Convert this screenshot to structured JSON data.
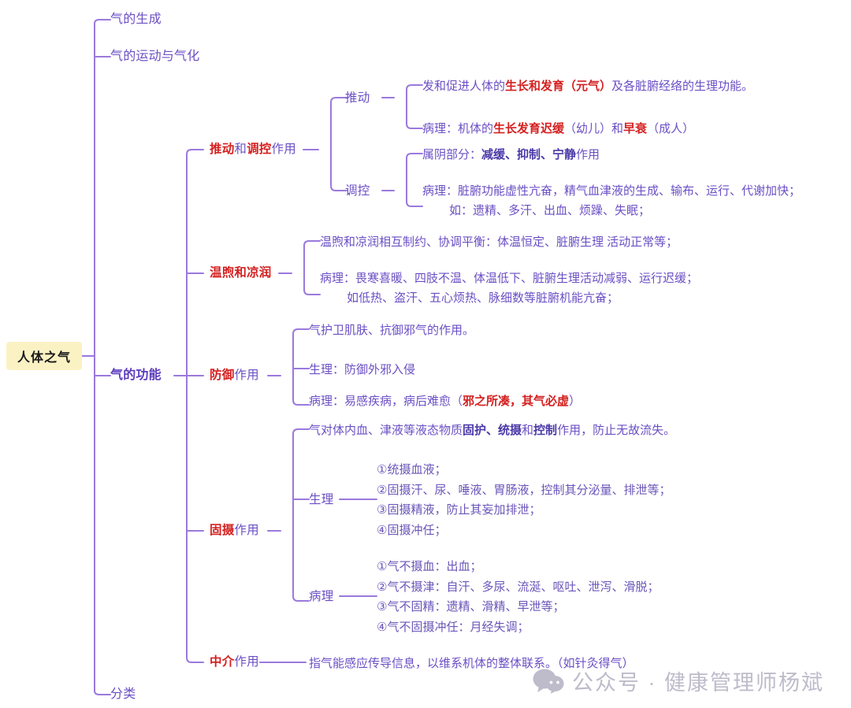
{
  "document": {
    "type": "mindmap",
    "background": "#ffffff",
    "line_color": "#9b79dd",
    "text_color": "#6b4fc4",
    "accent_red": "#d42020",
    "accent_dark_purple": "#4b3aa8",
    "root_fill": "#fbf2c4"
  },
  "root": {
    "label": "人体之气"
  },
  "level1": [
    {
      "label": "气的生成"
    },
    {
      "label": "气的运动与气化"
    },
    {
      "label": "气的功能"
    },
    {
      "label": "分类"
    }
  ],
  "functions": {
    "tuidong_tiaokong": {
      "parts": [
        {
          "text": "推动",
          "style": "red"
        },
        {
          "text": "和",
          "style": "pur"
        },
        {
          "text": "调控",
          "style": "red"
        },
        {
          "text": "作用",
          "style": "pur"
        }
      ],
      "children": [
        {
          "label": "推动",
          "items": [
            {
              "lines": [
                [
                  {
                    "text": "发和促进人体的",
                    "style": "pur"
                  },
                  {
                    "text": "生长和发育（元气）",
                    "style": "red"
                  },
                  {
                    "text": "及各脏腑经络的生理功能。",
                    "style": "pur"
                  }
                ]
              ]
            },
            {
              "lines": [
                [
                  {
                    "text": "病理：机体的",
                    "style": "pur"
                  },
                  {
                    "text": "生长发育迟缓",
                    "style": "red"
                  },
                  {
                    "text": "（幼儿）和",
                    "style": "pur"
                  },
                  {
                    "text": "早衰",
                    "style": "red"
                  },
                  {
                    "text": "（成人）",
                    "style": "pur"
                  }
                ]
              ]
            }
          ]
        },
        {
          "label": "调控",
          "items": [
            {
              "lines": [
                [
                  {
                    "text": "属阴部分：",
                    "style": "pur"
                  },
                  {
                    "text": "减缓、抑制、宁静",
                    "style": "dkb"
                  },
                  {
                    "text": "作用",
                    "style": "pur"
                  }
                ]
              ]
            },
            {
              "lines": [
                [
                  {
                    "text": "病理：脏腑功能虚性亢奋，精气血津液的生成、输布、运行、代谢加快；",
                    "style": "pur"
                  }
                ],
                [
                  {
                    "text": "如：遗精、多汗、出血、烦躁、失眠；",
                    "style": "pur"
                  }
                ]
              ]
            }
          ]
        }
      ]
    },
    "wenxu_liangrun": {
      "parts": [
        {
          "text": "温煦和凉润",
          "style": "red"
        }
      ],
      "items": [
        {
          "lines": [
            [
              {
                "text": "温煦和凉润相互制约、协调平衡：体温恒定、脏腑生理 活动正常等；",
                "style": "pur"
              }
            ]
          ]
        },
        {
          "lines": [
            [
              {
                "text": "病理：畏寒喜暖、四肢不温、体温低下、脏腑生理活动减弱、运行迟缓；",
                "style": "pur"
              }
            ],
            [
              {
                "text": "如低热、盗汗、五心烦热、脉细数等脏腑机能亢奋；",
                "style": "pur"
              }
            ]
          ]
        }
      ]
    },
    "fangyu": {
      "parts": [
        {
          "text": "防御",
          "style": "red"
        },
        {
          "text": "作用",
          "style": "pur"
        }
      ],
      "items": [
        {
          "lines": [
            [
              {
                "text": "气护卫肌肤、抗御邪气的作用。",
                "style": "pur"
              }
            ]
          ]
        },
        {
          "lines": [
            [
              {
                "text": "生理：防御外邪入侵",
                "style": "pur"
              }
            ]
          ]
        },
        {
          "lines": [
            [
              {
                "text": "病理：易感疾病，病后难愈（",
                "style": "pur"
              },
              {
                "text": "邪之所凑，其气必虚",
                "style": "red"
              },
              {
                "text": "）",
                "style": "pur"
              }
            ]
          ]
        }
      ]
    },
    "gushe": {
      "parts": [
        {
          "text": "固摄",
          "style": "red"
        },
        {
          "text": "作用",
          "style": "pur"
        }
      ],
      "intro": {
        "lines": [
          [
            {
              "text": "气对体内血、津液等液态物质",
              "style": "pur"
            },
            {
              "text": "固护、统摄",
              "style": "dkb"
            },
            {
              "text": "和",
              "style": "pur"
            },
            {
              "text": "控制",
              "style": "dkb"
            },
            {
              "text": "作用，防止无故流失。",
              "style": "pur"
            }
          ]
        ]
      },
      "shengli": {
        "label": "生理",
        "lines": [
          "①统摄血液；",
          "②固摄汗、尿、唾液、胃肠液，控制其分泌量、排泄等；",
          "③固摄精液，防止其妄加排泄；",
          "④固摄冲任；"
        ]
      },
      "bingli": {
        "label": "病理",
        "lines": [
          "①气不摄血：出血；",
          "②气不摄津：自汗、多尿、流涎、呕吐、泄泻、滑脱；",
          "③气不固精：遗精、滑精、早泄等；",
          "④气不固摄冲任：月经失调；"
        ]
      }
    },
    "zhongjie": {
      "parts": [
        {
          "text": "中介",
          "style": "red"
        },
        {
          "text": "作用",
          "style": "pur"
        }
      ],
      "items": [
        {
          "lines": [
            [
              {
                "text": "指气能感应传导信息，以维系机体的整体联系。（如针灸得气）",
                "style": "pur"
              }
            ]
          ]
        }
      ]
    }
  },
  "watermark": {
    "icon": "wechat-bubbles-icon",
    "text": "公众号 · 健康管理师杨斌",
    "color": "#b9b6c6"
  }
}
